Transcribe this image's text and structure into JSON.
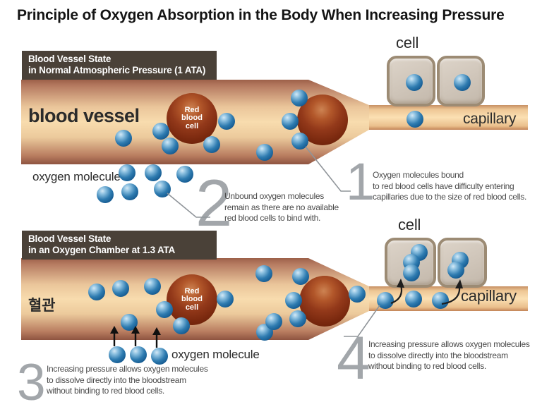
{
  "title": "Principle of Oxygen Absorption in the Body When Increasing Pressure",
  "colors": {
    "header_bg": "#4a4138",
    "oxygen_blue": "#2e7bb0",
    "rbc_red": "#93391a",
    "cell_fill": "#cfc5b9",
    "cell_border": "#9c8b74",
    "vessel_light": "#f8dcae",
    "vessel_dark": "#9d6049",
    "number_gray": "#a2a6aa"
  },
  "panels": [
    {
      "id": "normal-pressure",
      "header": [
        "Blood Vessel State",
        "in Normal Atmospheric Pressure (1 ATA)"
      ],
      "vessel_label": "blood vessel",
      "oxygen_label": "oxygen molecule",
      "cell_label": "cell",
      "capillary_label": "capillary",
      "rbc_label": "Red\nblood\ncell",
      "annotations": [
        {
          "number": "1",
          "text": "Oxygen molecules bound\nto red blood cells have difficulty entering\ncapillaries due to the size of red blood cells."
        },
        {
          "number": "2",
          "text": "Unbound oxygen molecules\nremain as there are no available\nred blood cells to bind with."
        }
      ]
    },
    {
      "id": "oxygen-chamber",
      "header": [
        "Blood Vessel State",
        "in an Oxygen Chamber at 1.3 ATA"
      ],
      "vessel_label": "혈관",
      "oxygen_label": "oxygen molecule",
      "cell_label": "cell",
      "capillary_label": "capillary",
      "rbc_label": "Red\nblood\ncell",
      "annotations": [
        {
          "number": "3",
          "text": "Increasing pressure allows oxygen molecules\nto dissolve directly into the bloodstream\nwithout binding to red blood cells."
        },
        {
          "number": "4",
          "text": "Increasing pressure allows oxygen molecules\nto dissolve directly into the bloodstream\nwithout binding to red blood cells."
        }
      ]
    }
  ]
}
